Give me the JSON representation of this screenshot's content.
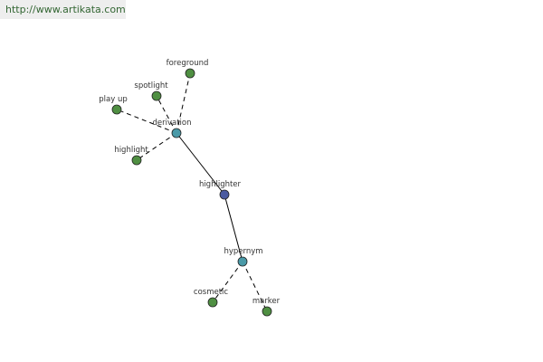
{
  "banner": {
    "url": "http://www.artikata.com"
  },
  "colors": {
    "root": "#4a5aa0",
    "category": "#4a9aa8",
    "leaf": "#4f8f42",
    "stroke": "#222222",
    "edge": "#000000"
  },
  "graph": {
    "nodes": [
      {
        "id": "highlighter",
        "label": "highlighter",
        "kind": "root"
      },
      {
        "id": "derivation",
        "label": "derivation",
        "kind": "category"
      },
      {
        "id": "hypernym",
        "label": "hypernym",
        "kind": "category"
      },
      {
        "id": "foreground",
        "label": "foreground",
        "kind": "leaf"
      },
      {
        "id": "spotlight",
        "label": "spotlight",
        "kind": "leaf"
      },
      {
        "id": "play_up",
        "label": "play up",
        "kind": "leaf"
      },
      {
        "id": "highlight",
        "label": "highlight",
        "kind": "leaf"
      },
      {
        "id": "cosmetic",
        "label": "cosmetic",
        "kind": "leaf"
      },
      {
        "id": "marker",
        "label": "marker",
        "kind": "leaf"
      }
    ],
    "edges": [
      {
        "from": "highlighter",
        "to": "derivation",
        "style": "solid"
      },
      {
        "from": "highlighter",
        "to": "hypernym",
        "style": "solid"
      },
      {
        "from": "derivation",
        "to": "foreground",
        "style": "dashed"
      },
      {
        "from": "derivation",
        "to": "spotlight",
        "style": "dashed"
      },
      {
        "from": "derivation",
        "to": "play_up",
        "style": "dashed"
      },
      {
        "from": "derivation",
        "to": "highlight",
        "style": "dashed"
      },
      {
        "from": "hypernym",
        "to": "cosmetic",
        "style": "dashed"
      },
      {
        "from": "hypernym",
        "to": "marker",
        "style": "dashed"
      }
    ]
  }
}
